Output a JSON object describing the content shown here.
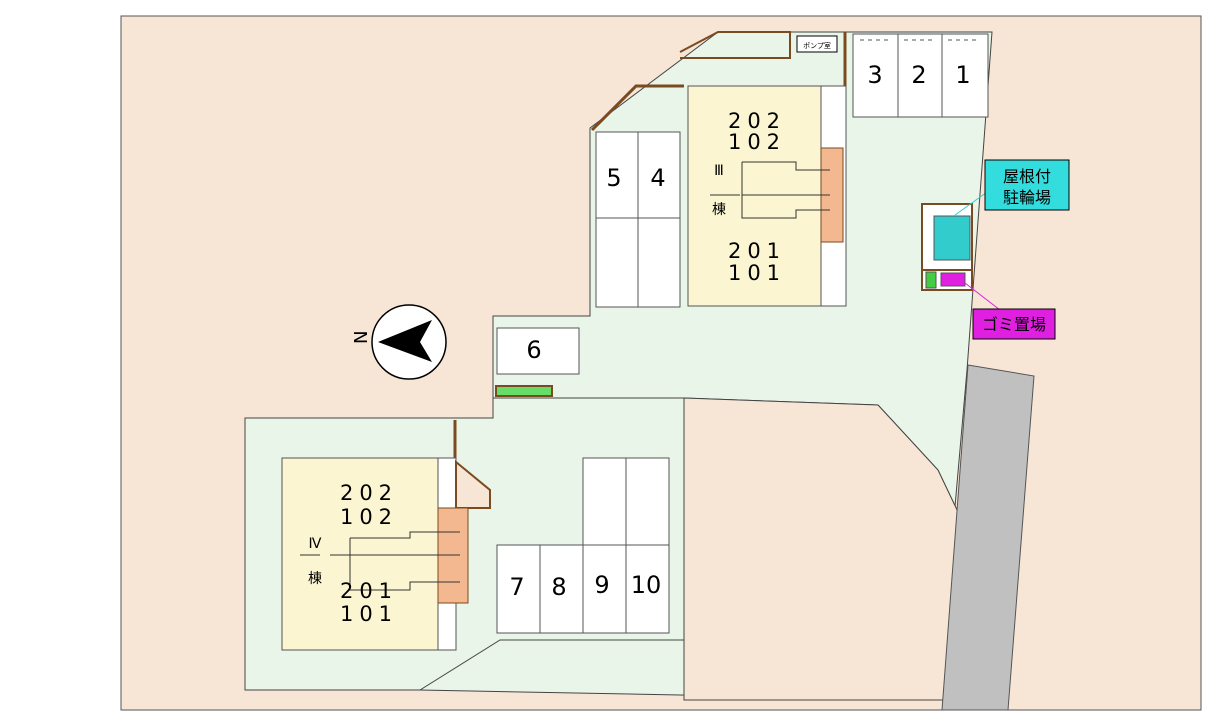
{
  "site": {
    "colors": {
      "ground": "#f7e6d6",
      "green": "#e8f5e8",
      "building": "#fbf5d2",
      "stair": "#f4b890",
      "road": "#c0c0c0",
      "bike": "#33cccc",
      "garbage": "#e020e0",
      "fence": "#7a4a20",
      "planter": "#66dd66"
    }
  },
  "compass": {
    "label": "N"
  },
  "buildings": [
    {
      "id": "III",
      "label": "Ⅲ",
      "suffix": "棟",
      "units_top": [
        "202",
        "102"
      ],
      "units_bottom": [
        "201",
        "101"
      ]
    },
    {
      "id": "IV",
      "label": "Ⅳ",
      "suffix": "棟",
      "units_top": [
        "202",
        "102"
      ],
      "units_bottom": [
        "201",
        "101"
      ]
    }
  ],
  "parking": [
    "1",
    "2",
    "3",
    "4",
    "5",
    "6",
    "7",
    "8",
    "9",
    "10"
  ],
  "facilities": {
    "bike_parking": [
      "屋根付",
      "駐輪場"
    ],
    "garbage": "ゴミ置場",
    "sign": "ポンプ室"
  }
}
